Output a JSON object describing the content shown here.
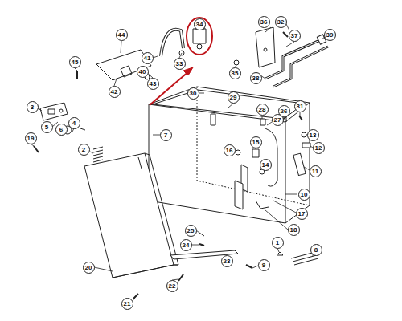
{
  "diagram": {
    "labels": [
      "44",
      "34",
      "36",
      "32",
      "39",
      "37",
      "45",
      "41",
      "33",
      "40",
      "35",
      "38",
      "43",
      "42",
      "30",
      "29",
      "3",
      "31",
      "28",
      "26",
      "27",
      "4",
      "5",
      "6",
      "7",
      "13",
      "19",
      "15",
      "2",
      "16",
      "12",
      "14",
      "11",
      "10",
      "17",
      "18",
      "25",
      "1",
      "24",
      "8",
      "23",
      "9",
      "20",
      "22",
      "21"
    ]
  }
}
